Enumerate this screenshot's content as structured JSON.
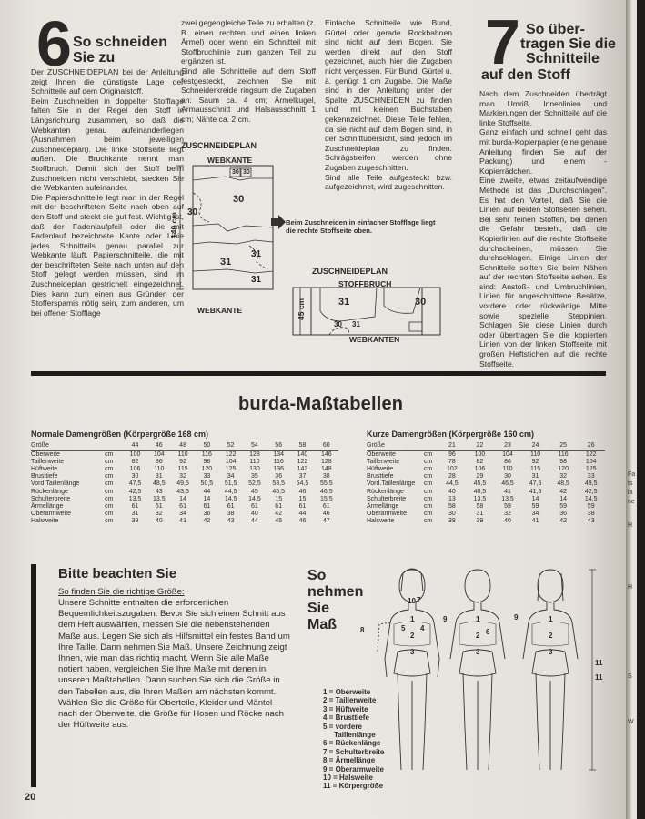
{
  "section6": {
    "number": "6",
    "title_line1": "So schneiden",
    "title_line2": "Sie zu",
    "paragraphs": [
      "Der ZUSCHNEIDEPLAN bei der Anleitung zeigt Ihnen die günstigste Lage der Schnitteile auf dem Originalstoff.",
      "Beim Zuschneiden in doppelter Stofflage falten Sie in der Regel den Stoff in Längsrichtung zusammen, so daß die Webkanten genau aufeinanderliegen (Ausnahmen beim jeweiligen Zuschneideplan). Die linke Stoffseite liegt außen. Die Bruchkante nennt man Stoffbruch. Damit sich der Stoff beim Zuschneiden nicht verschiebt, stecken Sie die Webkanten aufeinander.",
      "Die Papierschnitteile legt man in der Regel mit der beschrifteten Seite nach oben auf den Stoff und steckt sie gut fest. Wichtig ist, daß der Fadenlaufpfeil oder die mit Fadenlauf bezeichnete Kante oder Linie jedes Schnitteils genau parallel zur Webkante läuft. Papierschnitteile, die mit der beschrifteten Seite nach unten auf den Stoff gelegt werden müssen, sind im Zuschneideplan gestrichelt eingezeichnet. Dies kann zum einen aus Gründen der Stofferspamis nötig sein, zum anderen, um bei offener Stofflage"
    ],
    "col2_paragraphs": [
      "zwei gegengleiche Teile zu erhalten (z. B. einen rechten und einen linken Ärmel) oder wenn ein Schnitteil mit Stoffbruchlinie zum ganzen Teil zu ergänzen ist.",
      "Sind alle Schnitteile auf dem Stoff festgesteckt, zeichnen Sie mit Schneiderkreide ringsum die Zugaben an: Saum ca. 4 cm; Ärmelkugel, Armausschnitt und Halsausschnitt 1 cm; Nähte ca. 2 cm."
    ],
    "col3_paragraphs": [
      "Einfache Schnitteile wie Bund, Gürtel oder gerade Rockbahnen sind nicht auf dem Bogen. Sie werden direkt auf den Stoff gezeichnet, auch hier die Zugaben nicht vergessen. Für Bund, Gürtel u. ä. genügt 1 cm Zugabe. Die Maße sind in der Anleitung unter der Spalte ZUSCHNEIDEN zu finden und mit kleinen Buchstaben gekennzeichnet. Diese Teile fehlen, da sie nicht auf dem Bogen sind, in der Schnittübersicht, sind jedoch im Zuschneideplan zu finden. Schrägstreifen werden ohne Zugaben zugeschnitten.",
      "Sind alle Teile aufgesteckt bzw. aufgezeichnet, wird zugeschnitten."
    ]
  },
  "section7": {
    "number": "7",
    "title_line1": "So über-",
    "title_line2": "tragen Sie die",
    "title_line3": "Schnitteile",
    "title_line4": "auf den Stoff",
    "paragraphs": [
      "Nach dem Zuschneiden überträgt man Umriß, Innenlinien und Markierungen der Schnitteile auf die linke Stoffseite.",
      "Ganz einfach und schnell geht das mit burda-Kopierpapier (eine genaue Anleitung finden Sie auf der Packung) und einem -Kopierrädchen.",
      "Eine zweite, etwas zeitaufwendige Methode ist das „Durchschlagen\". Es hat den Vorteil, daß Sie die Linien auf beiden Stoffseiten sehen. Bei sehr feinen Stoffen, bei denen die Gefahr besteht, daß die Kopierlinien auf die rechte Stoffseite durchscheinen, müssen Sie durchschlagen. Einige Linien der Schnitteile sollten Sie beim Nähen auf der rechten Stoffseite sehen. Es sind: Anstoß- und Umbruchlinien, Linien für angeschnittene Besätze, vordere oder rückwärtige Mitte sowie spezielle Steppinien. Schlagen Sie diese Linien durch oder übertragen Sie die kopierten Linien von der linken Stoffseite mit großen Heftstichen auf die rechte Stoffseite."
    ]
  },
  "plan1": {
    "title": "ZUSCHNEIDEPLAN",
    "top_label": "WEBKANTE",
    "bottom_label": "WEBKANTE",
    "side_label": "140 cm",
    "piece_labels": [
      "30",
      "30",
      "30",
      "30",
      "31",
      "31",
      "31"
    ]
  },
  "plan_note": "Beim Zuschneiden in einfacher Stofflage liegt die rechte Stoffseite oben.",
  "plan2": {
    "title": "ZUSCHNEIDEPLAN",
    "top_label": "STOFFBRUCH",
    "bottom_label": "WEBKANTEN",
    "side_label": "45 cm",
    "piece_labels": [
      "31",
      "30",
      "30",
      "31"
    ]
  },
  "tables_title": "burda-Maßtabellen",
  "table1": {
    "title": "Normale Damengrößen (Körpergröße 168 cm)",
    "header": [
      "Größe",
      "",
      "44",
      "46",
      "48",
      "50",
      "52",
      "54",
      "56",
      "58",
      "60"
    ],
    "rows": [
      [
        "Oberweite",
        "cm",
        "100",
        "104",
        "110",
        "116",
        "122",
        "128",
        "134",
        "140",
        "146"
      ],
      [
        "Taillenweite",
        "cm",
        "82",
        "86",
        "92",
        "98",
        "104",
        "110",
        "116",
        "122",
        "128"
      ],
      [
        "Hüftweite",
        "cm",
        "106",
        "110",
        "115",
        "120",
        "125",
        "130",
        "136",
        "142",
        "148"
      ],
      [
        "Brusttiefe",
        "cm",
        "30",
        "31",
        "32",
        "33",
        "34",
        "35",
        "36",
        "37",
        "38"
      ],
      [
        "Vord.Taillenlänge",
        "cm",
        "47,5",
        "48,5",
        "49,5",
        "50,5",
        "51,5",
        "52,5",
        "53,5",
        "54,5",
        "55,5"
      ],
      [
        "Rückenlänge",
        "cm",
        "42,5",
        "43",
        "43,5",
        "44",
        "44,5",
        "45",
        "45,5",
        "46",
        "46,5"
      ],
      [
        "Schulterbreite",
        "cm",
        "13,5",
        "13,5",
        "14",
        "14",
        "14,5",
        "14,5",
        "15",
        "15",
        "15,5"
      ],
      [
        "Ärmellänge",
        "cm",
        "61",
        "61",
        "61",
        "61",
        "61",
        "61",
        "61",
        "61",
        "61"
      ],
      [
        "Oberarmweite",
        "cm",
        "31",
        "32",
        "34",
        "36",
        "38",
        "40",
        "42",
        "44",
        "46"
      ],
      [
        "Halsweite",
        "cm",
        "39",
        "40",
        "41",
        "42",
        "43",
        "44",
        "45",
        "46",
        "47"
      ]
    ]
  },
  "table2": {
    "title": "Kurze Damengrößen (Körpergröße 160 cm)",
    "header": [
      "Größe",
      "",
      "21",
      "22",
      "23",
      "24",
      "25",
      "26"
    ],
    "rows": [
      [
        "Oberweite",
        "cm",
        "96",
        "100",
        "104",
        "110",
        "116",
        "122"
      ],
      [
        "Taillenweite",
        "cm",
        "78",
        "82",
        "86",
        "92",
        "98",
        "104"
      ],
      [
        "Hüftweite",
        "cm",
        "102",
        "106",
        "110",
        "115",
        "120",
        "125"
      ],
      [
        "Brusttiefe",
        "cm",
        "28",
        "29",
        "30",
        "31",
        "32",
        "33"
      ],
      [
        "Vord.Taillenlänge",
        "cm",
        "44,5",
        "45,5",
        "46,5",
        "47,5",
        "48,5",
        "49,5"
      ],
      [
        "Rückenlänge",
        "cm",
        "40",
        "40,5",
        "41",
        "41,5",
        "42",
        "42,5"
      ],
      [
        "Schulterbreite",
        "cm",
        "13",
        "13,5",
        "13,5",
        "14",
        "14",
        "14,5"
      ],
      [
        "Ärmellänge",
        "cm",
        "58",
        "58",
        "59",
        "59",
        "59",
        "59"
      ],
      [
        "Oberarmweite",
        "cm",
        "30",
        "31",
        "32",
        "34",
        "36",
        "38"
      ],
      [
        "Halsweite",
        "cm",
        "38",
        "39",
        "40",
        "41",
        "42",
        "43"
      ]
    ]
  },
  "note": {
    "title": "Bitte beachten Sie",
    "subtitle": "So finden Sie die richtige Größe:",
    "body": "Unsere Schnitte enthalten die erforderlichen Bequemlichkeitszugaben. Bevor Sie sich einen Schnitt aus dem Heft auswählen, messen Sie die nebenstehenden Maße aus. Legen Sie sich als Hilfsmittel ein festes Band um Ihre Taille. Dann nehmen Sie Maß. Unsere Zeichnung zeigt Ihnen, wie man das richtig macht. Wenn Sie alle Maße notiert haben, vergleichen Sie Ihre Maße mit denen in unseren Maßtabellen. Dann suchen Sie sich die Größe in den Tabellen aus, die Ihren Maßen am nächsten kommt. Wählen Sie die Größe für Oberteile, Kleider und Mäntel nach der Oberweite, die Größe für Hosen und Röcke nach der Hüftweite aus."
  },
  "measure": {
    "title_line1": "So",
    "title_line2": "nehmen",
    "title_line3": "Sie",
    "title_line4": "Maß",
    "legend": [
      "1 = Oberweite",
      "2 = Taillenweite",
      "3 = Hüftweite",
      "4 = Brusttiefe",
      "5 = vordere",
      "Taillenlänge",
      "6 = Rückenlänge",
      "7 = Schulterbreite",
      "8 = Ärmellänge",
      "9 = Oberarmweite",
      "10 = Halsweite",
      "11 = Körpergröße"
    ],
    "markers": [
      "1",
      "2",
      "3",
      "4",
      "5",
      "6",
      "7",
      "8",
      "9",
      "10",
      "11",
      "1",
      "2",
      "3",
      "9",
      "1",
      "2",
      "3",
      "11"
    ]
  },
  "page_number": "20",
  "edge_fragments": [
    "Fa",
    "ts",
    "lä",
    "ne",
    "H",
    "H",
    "S",
    "W"
  ]
}
